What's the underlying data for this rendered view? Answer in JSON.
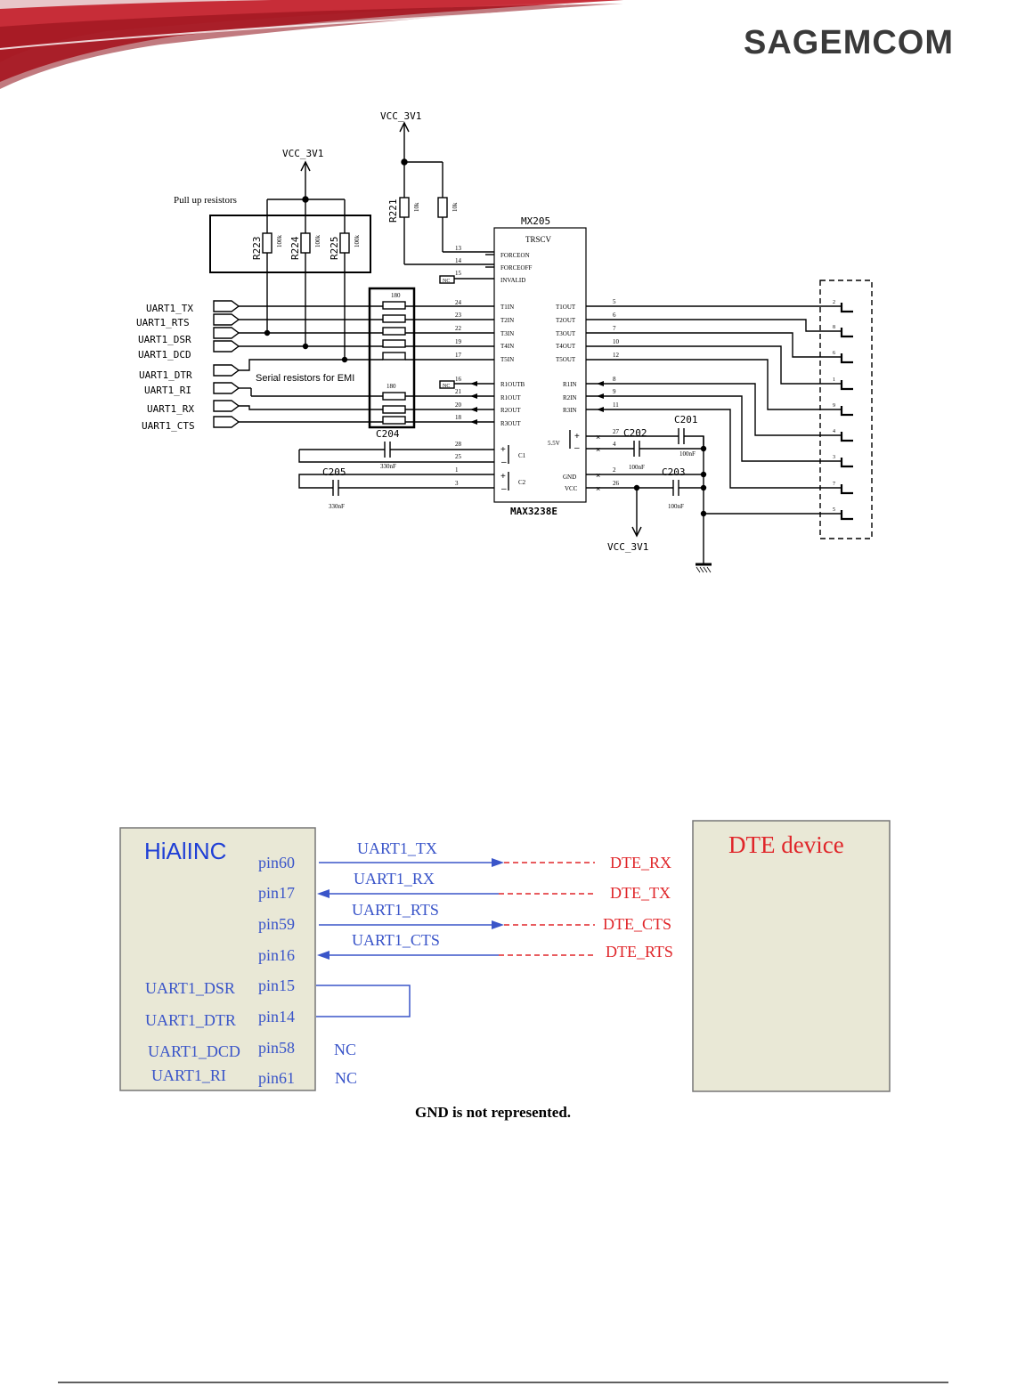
{
  "header": {
    "brand": "SAGEMCOM",
    "brand_color": "#3a3a3a",
    "swoosh_color": "#c1121f"
  },
  "schematic": {
    "vcc_top": "VCC_3V1",
    "vcc_left": "VCC_3V1",
    "vcc_bottom": "VCC_3V1",
    "pullup_label": "Pull up resistors",
    "serial_label": "Serial resistors for EMI",
    "resistors": {
      "r221": "R221",
      "r221_val": "10k",
      "r_b_val": "10k",
      "r223": "R223",
      "r224": "R224",
      "r225": "R225",
      "pull_val": "100k",
      "array_val_top": "180",
      "array_val_bottom": "180"
    },
    "ic": {
      "ref": "MX205",
      "title": "TRSCV",
      "part": "MAX3238E",
      "left_top_pins": [
        {
          "num": "13",
          "name": "FORCEON"
        },
        {
          "num": "14",
          "name": "FORCEOFF"
        },
        {
          "num": "15",
          "name": "INVALID"
        }
      ],
      "left_tx_pins": [
        {
          "num": "24",
          "name": "T1IN"
        },
        {
          "num": "23",
          "name": "T2IN"
        },
        {
          "num": "22",
          "name": "T3IN"
        },
        {
          "num": "19",
          "name": "T4IN"
        },
        {
          "num": "17",
          "name": "T5IN"
        }
      ],
      "left_rx_pins": [
        {
          "num": "16",
          "name": "R1OUTB"
        },
        {
          "num": "21",
          "name": "R1OUT"
        },
        {
          "num": "20",
          "name": "R2OUT"
        },
        {
          "num": "18",
          "name": "R3OUT"
        }
      ],
      "left_cap_pins": [
        {
          "num": "28",
          "name": "+"
        },
        {
          "num": "25",
          "name": "C1"
        },
        {
          "num": "1",
          "name": "+"
        },
        {
          "num": "3",
          "name": "C2"
        }
      ],
      "right_tx_pins": [
        {
          "num": "5",
          "name": "T1OUT"
        },
        {
          "num": "6",
          "name": "T2OUT"
        },
        {
          "num": "7",
          "name": "T3OUT"
        },
        {
          "num": "10",
          "name": "T4OUT"
        },
        {
          "num": "12",
          "name": "T5OUT"
        }
      ],
      "right_rx_pins": [
        {
          "num": "8",
          "name": "R1IN"
        },
        {
          "num": "9",
          "name": "R2IN"
        },
        {
          "num": "11",
          "name": "R3IN"
        }
      ],
      "right_power": [
        {
          "num": "27",
          "name": "5.5V"
        },
        {
          "num": "4",
          "name": ""
        },
        {
          "num": "2",
          "name": "GND"
        },
        {
          "num": "26",
          "name": "VCC"
        }
      ],
      "nc": "NC"
    },
    "caps": {
      "c201": "C201",
      "c201_val": "100nF",
      "c202": "C202",
      "c202_val": "100nF",
      "c203": "C203",
      "c203_val": "100nF",
      "c204": "C204",
      "c204_val": "330nF",
      "c205": "C205",
      "c205_val": "330nF"
    },
    "uart_signals": [
      "UART1_TX",
      "UART1_RTS",
      "UART1_DSR",
      "UART1_DCD",
      "UART1_DTR",
      "UART1_RI",
      "UART1_RX",
      "UART1_CTS"
    ],
    "connector_pins": [
      "2",
      "8",
      "6",
      "1",
      "9",
      "4",
      "3",
      "7",
      "5"
    ]
  },
  "wiring": {
    "module_title": "HiAlINC",
    "dte_title": "DTE device",
    "module_pins": [
      "pin60",
      "pin17",
      "pin59",
      "pin16",
      "pin15",
      "pin14",
      "pin58",
      "pin61"
    ],
    "module_side_labels": [
      "UART1_DSR",
      "UART1_DTR",
      "UART1_DCD",
      "UART1_RI"
    ],
    "uart_lines": [
      "UART1_TX",
      "UART1_RX",
      "UART1_RTS",
      "UART1_CTS"
    ],
    "dte_lines": [
      "DTE_RX",
      "DTE_TX",
      "DTE_CTS",
      "DTE_RTS"
    ],
    "nc_label": "NC",
    "note": "GND is not represented.",
    "blue": "#3a55c9",
    "red": "#e0262a",
    "box_fill": "#e9e8d6"
  }
}
